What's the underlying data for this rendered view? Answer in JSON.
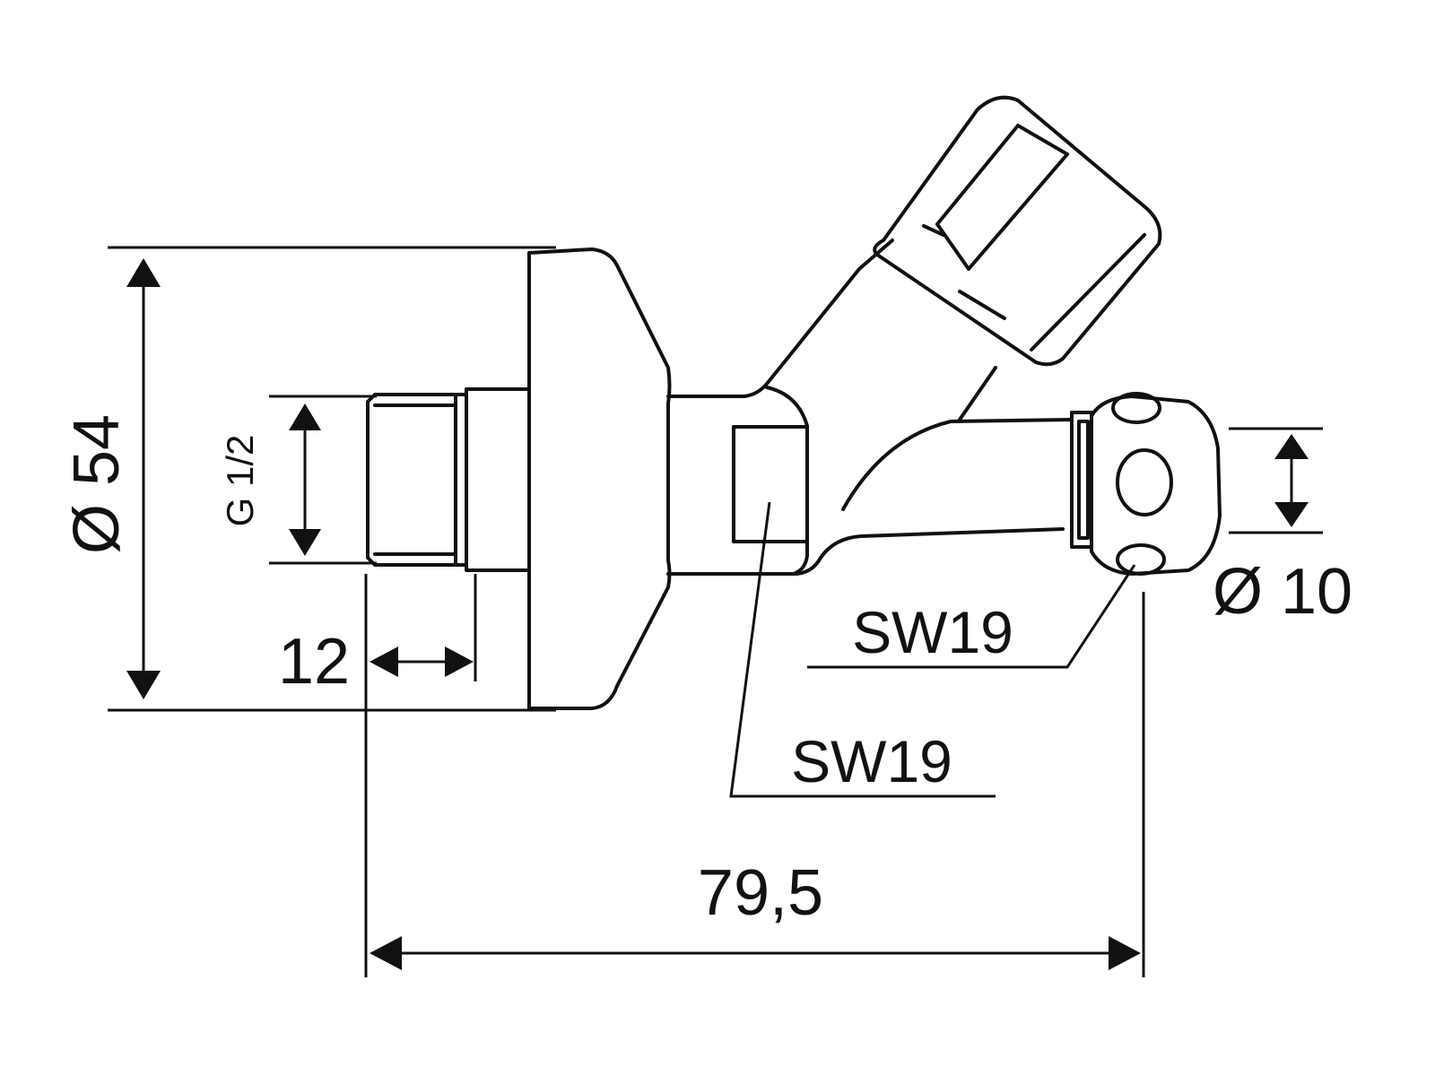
{
  "dimensions": {
    "flange_diameter": "Ø 54",
    "thread": "G 1/2",
    "thread_length": "12",
    "outlet_diameter": "Ø 10",
    "wrench_size_outlet": "SW19",
    "wrench_size_body": "SW19",
    "overall_length": "79,5"
  },
  "colors": {
    "line": "#111111",
    "background": "#ffffff"
  }
}
